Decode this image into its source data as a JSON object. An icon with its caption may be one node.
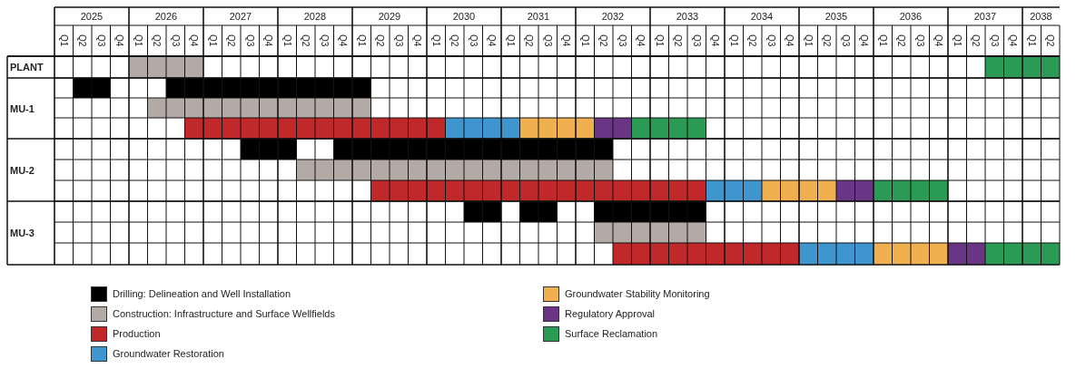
{
  "diagram": {
    "labels": [
      "2025",
      "2026",
      "2027",
      "2028",
      "2029",
      "2030",
      "2031",
      "2032",
      "2033",
      "2034",
      "2035",
      "2036",
      "2037",
      "2038",
      "Q1",
      "Q2",
      "Q3",
      "Q4",
      "Q1",
      "Q2",
      "Q3",
      "Q4",
      "Q1",
      "Q2",
      "Q3",
      "Q4",
      "Q1",
      "Q2",
      "Q3",
      "Q4",
      "Q1",
      "Q2",
      "Q3",
      "Q4",
      "Q1",
      "Q2",
      "Q3",
      "Q4",
      "Q1",
      "Q2",
      "Q3",
      "Q4",
      "Q1",
      "Q2",
      "Q3",
      "Q4",
      "Q1",
      "Q2",
      "Q3",
      "Q4",
      "Q1",
      "Q2",
      "Q3",
      "Q4",
      "Q1",
      "Q2",
      "Q3",
      "Q4",
      "Q1",
      "Q2",
      "Q3",
      "Q4",
      "Q1",
      "Q2",
      "Q3",
      "Q4",
      "Q1",
      "Q2",
      "PLANT",
      "MU-1",
      "MU-2",
      "MU-3"
    ],
    "legend": [
      {
        "text": "Drilling: Delineation and Well Installation",
        "color": "#000000"
      },
      {
        "text": "Construction: Infrastructure and Surface Wellfields",
        "color": "#b3aaa6"
      },
      {
        "text": "Production",
        "color": "#c0282a"
      },
      {
        "text": "Groundwater Restoration",
        "color": "#3f96cf"
      },
      {
        "text": "Groundwater Stability Monitoring",
        "color": "#f0b050"
      },
      {
        "text": "Regulatory Approval",
        "color": "#6a3585"
      },
      {
        "text": "Surface Reclamation",
        "color": "#2a9a55"
      }
    ]
  }
}
